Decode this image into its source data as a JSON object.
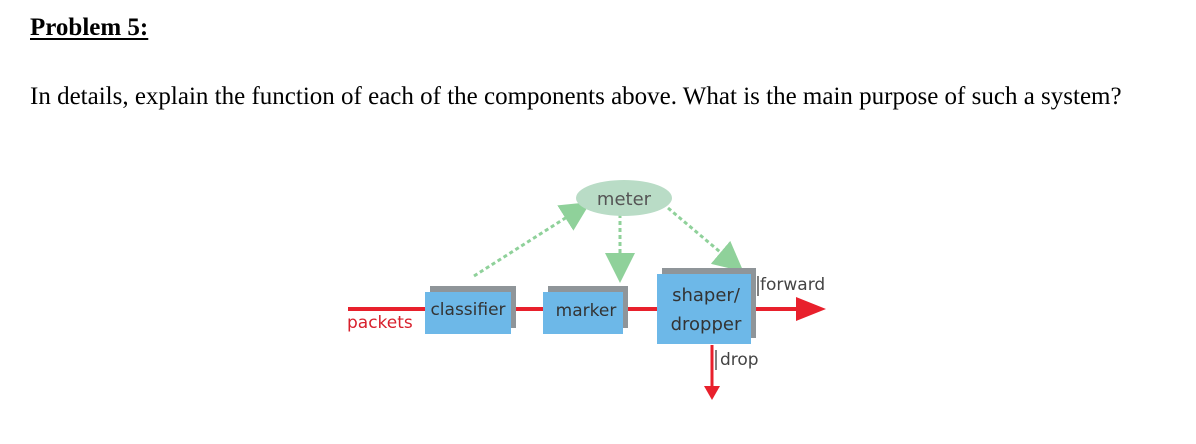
{
  "problem": {
    "heading": "Problem 5:",
    "question": "In details, explain the function of each of the components above. What is the main purpose of such a system?"
  },
  "diagram": {
    "nodes": {
      "meter": "meter",
      "classifier": "classifier",
      "marker": "marker",
      "shaper_line1": "shaper/",
      "shaper_line2": "dropper"
    },
    "labels": {
      "packets": "packets",
      "forward": "forward",
      "drop": "drop"
    },
    "colors": {
      "box_fill": "#6db8e8",
      "box_shadow": "#8f9599",
      "meter_fill": "#b9dcc6",
      "arrow_red": "#e8202c",
      "dashed_green": "#8fd19a",
      "label_red": "#d8202c"
    }
  }
}
